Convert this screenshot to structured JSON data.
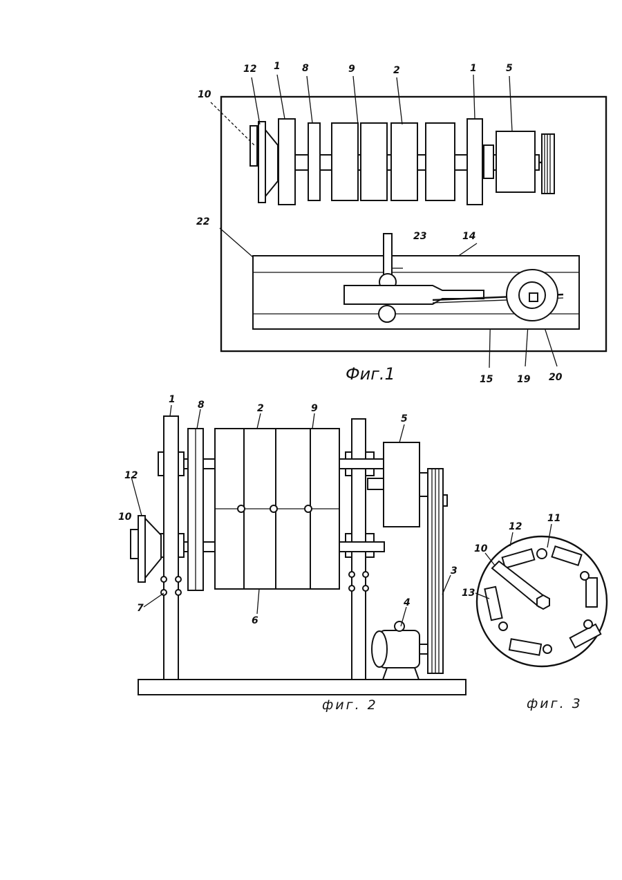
{
  "figures": {
    "fig1": {
      "caption": "Фиг.1",
      "labels": {
        "l12": "12",
        "l1a": "1",
        "l8": "8",
        "l9": "9",
        "l2": "2",
        "l1b": "1",
        "l5": "5",
        "l10": "10",
        "l22": "22",
        "l23": "23",
        "l14": "14",
        "l15": "15",
        "l19": "19",
        "l20": "20"
      }
    },
    "fig2": {
      "caption": "фиг. 2",
      "labels": {
        "l1": "1",
        "l8": "8",
        "l2": "2",
        "l9": "9",
        "l5": "5",
        "l12": "12",
        "l10": "10",
        "l7": "7",
        "l6": "6",
        "l3": "3",
        "l4": "4"
      }
    },
    "fig3": {
      "caption": "фиг. 3",
      "labels": {
        "l12": "12",
        "l11": "11",
        "l10": "10",
        "l13": "13"
      }
    }
  }
}
